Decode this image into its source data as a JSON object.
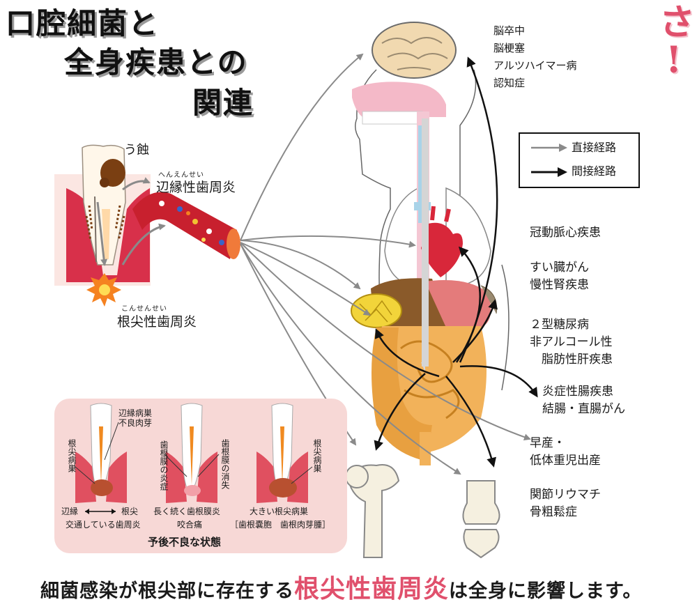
{
  "title": {
    "line1": "口腔細菌と",
    "line2": "全身疾患との",
    "line3": "関連"
  },
  "side_title": "無症状の根尖病巣のおそろしさ!",
  "tooth_labels": {
    "caries": "う蝕",
    "marginal_ruby": "へんえんせい",
    "marginal": "辺縁性歯周炎",
    "apical_ruby": "こんせんせい",
    "apical": "根尖性歯周炎"
  },
  "legend": {
    "direct": "直接経路",
    "indirect": "間接経路"
  },
  "diseases": {
    "brain": "脳卒中\n脳梗塞\nアルツハイマー病\n認知症",
    "heart": "冠動脈心疾患",
    "pancreas_kidney": "すい臓がん\n慢性腎疾患",
    "diabetes_liver": "２型糖尿病\n非アルコール性\n　脂肪性肝疾患",
    "bowel": "炎症性腸疾患\n結腸・直腸がん",
    "birth": "早産・\n低体重児出産",
    "joint": "関節リウマチ\n骨粗鬆症"
  },
  "inset": {
    "t1_top": "辺縁病巣",
    "t1_top2": "不良肉芽",
    "t1_side": "根尖病巣",
    "t1_caption_left": "辺縁",
    "t1_caption_right": "根尖",
    "t1_caption2": "交通している歯周炎",
    "t2_left": "歯根膜の炎症",
    "t2_right": "歯根膜の消失",
    "t2_caption": "長く続く歯根膜炎",
    "t2_caption2": "咬合痛",
    "t3_side": "根尖病巣",
    "t3_caption": "大きい根尖病巣",
    "t3_caption2": "［歯根嚢胞　歯根肉芽腫］",
    "footer": "予後不良な状態"
  },
  "bottom": {
    "before": "細菌感染が根尖部に存在する",
    "emphasis": "根尖性歯周炎",
    "after": "は全身に影響します。"
  },
  "colors": {
    "accent": "#e0506c",
    "gum": "#d8304a",
    "vessel": "#c8202e",
    "inset_bg": "#f7d8d6",
    "direct_arrow": "#8a8a8a",
    "indirect_arrow": "#111111"
  }
}
